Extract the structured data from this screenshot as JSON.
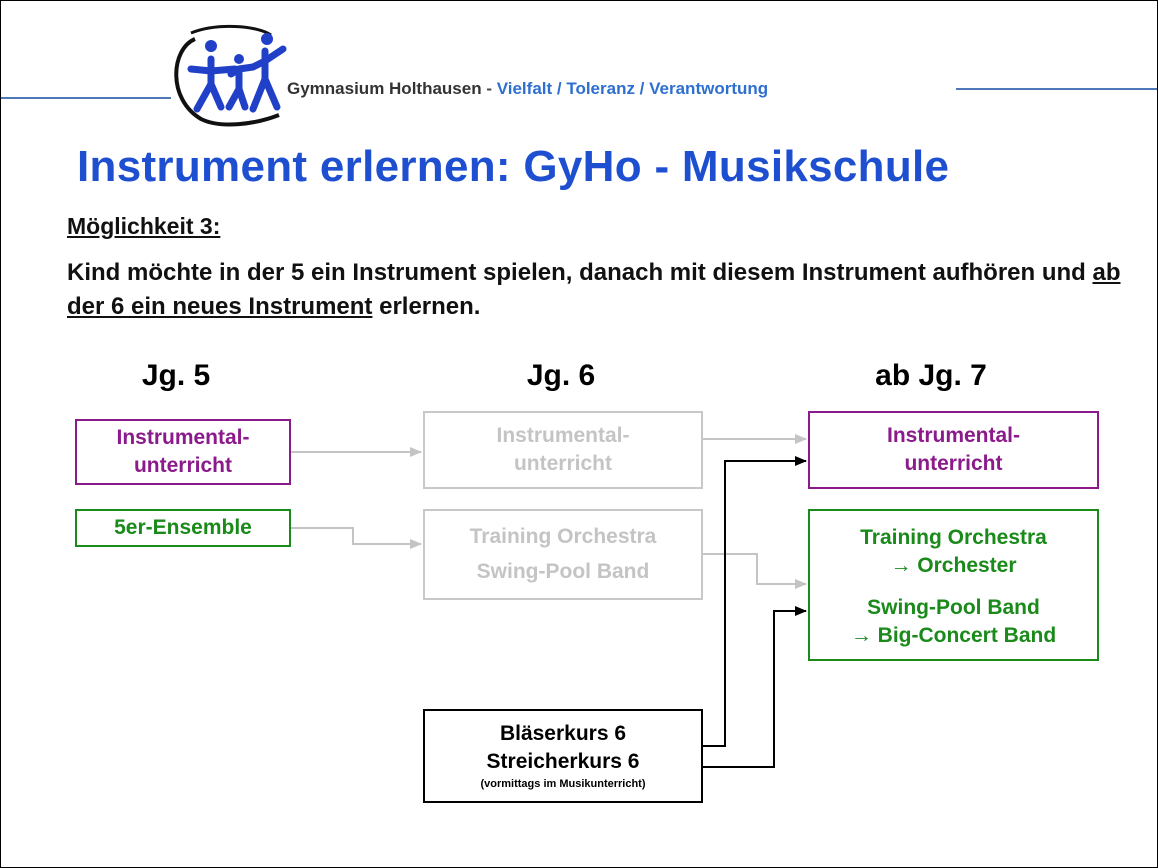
{
  "header": {
    "school": "Gymnasium Holthausen",
    "separator": " - ",
    "motto": "Vielfalt / Toleranz / Verantwortung",
    "logo_icon": "school-logo-stick-figures-icon"
  },
  "title": "Instrument erlernen: GyHo - Musikschule",
  "subhead": "Möglichkeit 3:",
  "description": {
    "part1": "Kind möchte in der 5 ein Instrument spielen, danach mit diesem Instrument aufhören und ",
    "underlined": "ab der 6 ein neues Instrument",
    "part2": " erlernen."
  },
  "columns": {
    "jg5": "Jg. 5",
    "jg6": "Jg. 6",
    "jg7": "ab Jg. 7"
  },
  "boxes": {
    "jg5_instrumental": [
      "Instrumental-",
      "unterricht"
    ],
    "jg5_ensemble": "5er-Ensemble",
    "jg6_instrumental": [
      "Instrumental-",
      "unterricht"
    ],
    "jg6_training": "Training Orchestra",
    "jg6_swing": "Swing-Pool Band",
    "jg7_instrumental": [
      "Instrumental-",
      "unterricht"
    ],
    "jg7_training": "Training Orchestra",
    "jg7_orchester": "→ Orchester",
    "jg7_swing": "Swing-Pool Band",
    "jg7_bigband": "→ Big-Concert Band",
    "kurs_blaeser": "Bläserkurs 6",
    "kurs_streicher": "Streicherkurs 6",
    "kurs_note": "(vormittags im Musikunterricht)"
  },
  "colors": {
    "title": "#1e4fd0",
    "motto": "#2f6fd0",
    "purple": "#8b1a8b",
    "green": "#1a8a1a",
    "inactive_grey": "#c8c8c8",
    "header_line": "#4f78b8"
  }
}
